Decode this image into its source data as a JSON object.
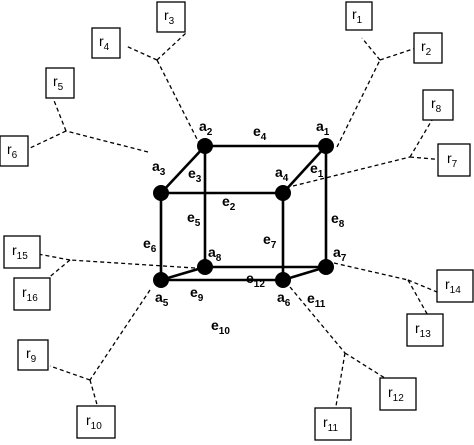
{
  "vertices": [
    {
      "id": "a1",
      "base": "a",
      "sub": "1"
    },
    {
      "id": "a2",
      "base": "a",
      "sub": "2"
    },
    {
      "id": "a3",
      "base": "a",
      "sub": "3"
    },
    {
      "id": "a4",
      "base": "a",
      "sub": "4"
    },
    {
      "id": "a5",
      "base": "a",
      "sub": "5"
    },
    {
      "id": "a6",
      "base": "a",
      "sub": "6"
    },
    {
      "id": "a7",
      "base": "a",
      "sub": "7"
    },
    {
      "id": "a8",
      "base": "a",
      "sub": "8"
    }
  ],
  "edges": [
    {
      "id": "e1",
      "base": "e",
      "sub": "1",
      "from": "a1",
      "to": "a4"
    },
    {
      "id": "e2",
      "base": "e",
      "sub": "2",
      "from": "a3",
      "to": "a4"
    },
    {
      "id": "e3",
      "base": "e",
      "sub": "3",
      "from": "a2",
      "to": "a3"
    },
    {
      "id": "e4",
      "base": "e",
      "sub": "4",
      "from": "a2",
      "to": "a1"
    },
    {
      "id": "e5",
      "base": "e",
      "sub": "5",
      "from": "a2",
      "to": "a8"
    },
    {
      "id": "e6",
      "base": "e",
      "sub": "6",
      "from": "a3",
      "to": "a5"
    },
    {
      "id": "e7",
      "base": "e",
      "sub": "7",
      "from": "a4",
      "to": "a6"
    },
    {
      "id": "e8",
      "base": "e",
      "sub": "8",
      "from": "a1",
      "to": "a7"
    },
    {
      "id": "e9",
      "base": "e",
      "sub": "9",
      "from": "a8",
      "to": "a5"
    },
    {
      "id": "e10",
      "base": "e",
      "sub": "10",
      "from": "a5",
      "to": "a6"
    },
    {
      "id": "e11",
      "base": "e",
      "sub": "11",
      "from": "a7",
      "to": "a6"
    },
    {
      "id": "e12",
      "base": "e",
      "sub": "12",
      "from": "a8",
      "to": "a7"
    }
  ],
  "rays": [
    {
      "id": "r1",
      "base": "r",
      "sub": "1"
    },
    {
      "id": "r2",
      "base": "r",
      "sub": "2"
    },
    {
      "id": "r3",
      "base": "r",
      "sub": "3"
    },
    {
      "id": "r4",
      "base": "r",
      "sub": "4"
    },
    {
      "id": "r5",
      "base": "r",
      "sub": "5"
    },
    {
      "id": "r6",
      "base": "r",
      "sub": "6"
    },
    {
      "id": "r7",
      "base": "r",
      "sub": "7"
    },
    {
      "id": "r8",
      "base": "r",
      "sub": "8"
    },
    {
      "id": "r9",
      "base": "r",
      "sub": "9"
    },
    {
      "id": "r10",
      "base": "r",
      "sub": "10"
    },
    {
      "id": "r11",
      "base": "r",
      "sub": "11"
    },
    {
      "id": "r12",
      "base": "r",
      "sub": "12"
    },
    {
      "id": "r13",
      "base": "r",
      "sub": "13"
    },
    {
      "id": "r14",
      "base": "r",
      "sub": "14"
    },
    {
      "id": "r15",
      "base": "r",
      "sub": "15"
    },
    {
      "id": "r16",
      "base": "r",
      "sub": "16"
    }
  ]
}
